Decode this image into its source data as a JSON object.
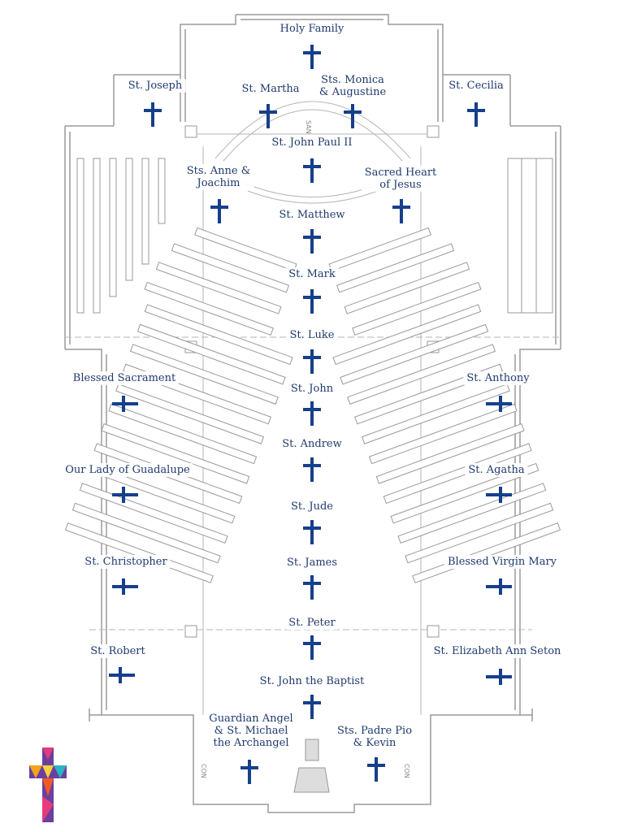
{
  "plan": {
    "stations": [
      {
        "id": "holy-family",
        "label": "Holy Family"
      },
      {
        "id": "st-joseph",
        "label": "St. Joseph"
      },
      {
        "id": "st-martha",
        "label": "St. Martha"
      },
      {
        "id": "sts-monica-augustine",
        "label": "Sts. Monica\n& Augustine"
      },
      {
        "id": "st-cecilia",
        "label": "St. Cecilia"
      },
      {
        "id": "st-john-paul-ii",
        "label": "St. John Paul II"
      },
      {
        "id": "sts-anne-joachim",
        "label": "Sts. Anne &\nJoachim"
      },
      {
        "id": "sacred-heart-jesus",
        "label": "Sacred Heart\nof Jesus"
      },
      {
        "id": "st-matthew",
        "label": "St. Matthew"
      },
      {
        "id": "st-mark",
        "label": "St. Mark"
      },
      {
        "id": "st-luke",
        "label": "St. Luke"
      },
      {
        "id": "blessed-sacrament",
        "label": "Blessed Sacrament"
      },
      {
        "id": "st-john",
        "label": "St. John"
      },
      {
        "id": "st-anthony",
        "label": "St. Anthony"
      },
      {
        "id": "st-andrew",
        "label": "St. Andrew"
      },
      {
        "id": "our-lady-guadalupe",
        "label": "Our Lady of Guadalupe"
      },
      {
        "id": "st-agatha",
        "label": "St. Agatha"
      },
      {
        "id": "st-jude",
        "label": "St. Jude"
      },
      {
        "id": "st-christopher",
        "label": "St. Christopher"
      },
      {
        "id": "st-james",
        "label": "St. James"
      },
      {
        "id": "blessed-virgin-mary",
        "label": "Blessed Virgin Mary"
      },
      {
        "id": "st-peter",
        "label": "St. Peter"
      },
      {
        "id": "st-robert",
        "label": "St. Robert"
      },
      {
        "id": "st-elizabeth-ann-seton",
        "label": "St. Elizabeth Ann Seton"
      },
      {
        "id": "st-john-baptist",
        "label": "St. John the Baptist"
      },
      {
        "id": "guardian-angel-st-michael",
        "label": "Guardian Angel\n& St. Michael\nthe Archangel"
      },
      {
        "id": "sts-padre-pio-kevin",
        "label": "Sts. Padre Pio\n& Kevin"
      }
    ],
    "small_text": {
      "san": "SAN",
      "con": "CON"
    }
  },
  "colors": {
    "label": "#1f3a6e",
    "cross": "#163f8c",
    "line": "#9a9a9a"
  },
  "icons": {
    "logo": "mosaic-cross-icon",
    "station_marker": "cross-icon"
  }
}
